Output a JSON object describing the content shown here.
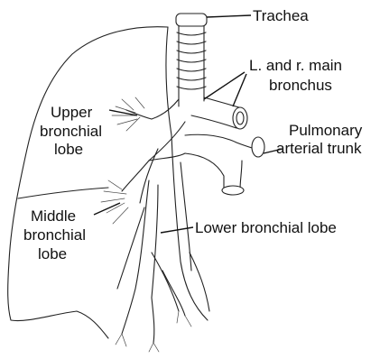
{
  "labels": {
    "trachea": "Trachea",
    "main_bronchus_line1": "L. and r. main",
    "main_bronchus_line2": "bronchus",
    "upper_lobe_line1": "Upper",
    "upper_lobe_line2": "bronchial",
    "upper_lobe_line3": "lobe",
    "pulmonary_line1": "Pulmonary",
    "pulmonary_line2": "arterial trunk",
    "middle_lobe_line1": "Middle",
    "middle_lobe_line2": "bronchial",
    "middle_lobe_line3": "lobe",
    "lower_lobe": "Lower bronchial lobe"
  }
}
